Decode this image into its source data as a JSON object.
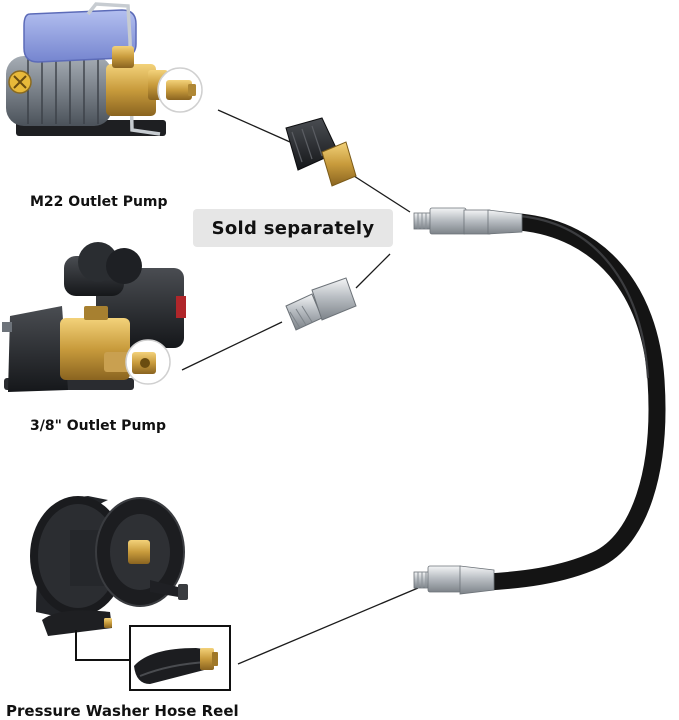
{
  "labels": {
    "m22_pump": "M22 Outlet Pump",
    "three_eighths_pump": "3/8\" Outlet Pump",
    "hose_reel": "Pressure Washer Hose Reel"
  },
  "badge": {
    "text": "Sold separately",
    "color": "#e6e6e6"
  },
  "colors": {
    "hose": "#1a1a1a",
    "fitting_brass": "#c89b3c",
    "fitting_steel": "#bfc3c7",
    "pump_cover": "#8a9ad8",
    "pump_motor": "#6f7782"
  }
}
